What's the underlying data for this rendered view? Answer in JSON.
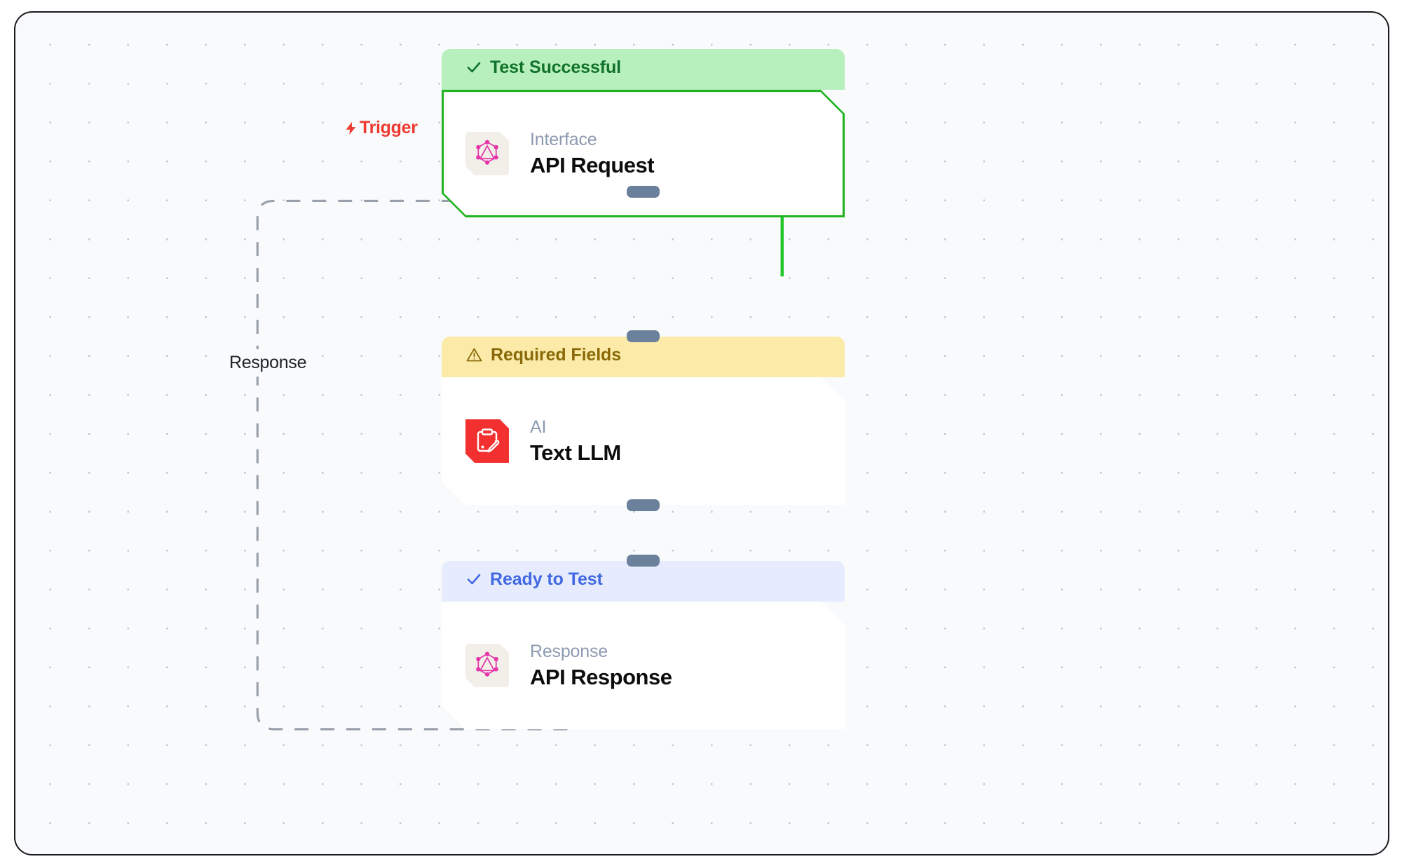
{
  "canvas": {
    "background_color": "#f9fafc",
    "grid": "dot-grid"
  },
  "edge_labels": {
    "trigger": {
      "text": "Trigger",
      "icon": "lightning-bolt-icon",
      "color": "#ee3b32"
    },
    "response": {
      "text": "Response",
      "color": "#1f2228"
    }
  },
  "nodes": [
    {
      "id": "api-request",
      "status": {
        "label": "Test Successful",
        "icon": "check-icon",
        "type": "success",
        "bg": "#b7efbd",
        "fg": "#11722a"
      },
      "icon": "graphql-icon",
      "icon_color": "#e535ab",
      "category": "Interface",
      "title": "API Request",
      "selected": true,
      "outline_color": "#22b322"
    },
    {
      "id": "text-llm",
      "status": {
        "label": "Required Fields",
        "icon": "warning-triangle-icon",
        "type": "warning",
        "bg": "#fbeaa8",
        "fg": "#8a6a08"
      },
      "icon": "clipboard-pencil-icon",
      "icon_color": "#f23030",
      "category": "AI",
      "title": "Text LLM",
      "selected": false
    },
    {
      "id": "api-response",
      "status": {
        "label": "Ready to Test",
        "icon": "check-icon",
        "type": "info",
        "bg": "#e6ecfd",
        "fg": "#4269e2"
      },
      "icon": "graphql-icon",
      "icon_color": "#e535ab",
      "category": "Response",
      "title": "API Response",
      "selected": false
    }
  ],
  "edges": [
    {
      "from": "api-request",
      "to": "text-llm",
      "color": "#22c52a",
      "style": "solid"
    },
    {
      "from": "text-llm",
      "to": "api-response",
      "color": "#6b819b",
      "style": "solid"
    },
    {
      "from": "api-response",
      "to": "api-request",
      "color": "#9aa0ab",
      "style": "dashed",
      "label": "Response"
    }
  ]
}
